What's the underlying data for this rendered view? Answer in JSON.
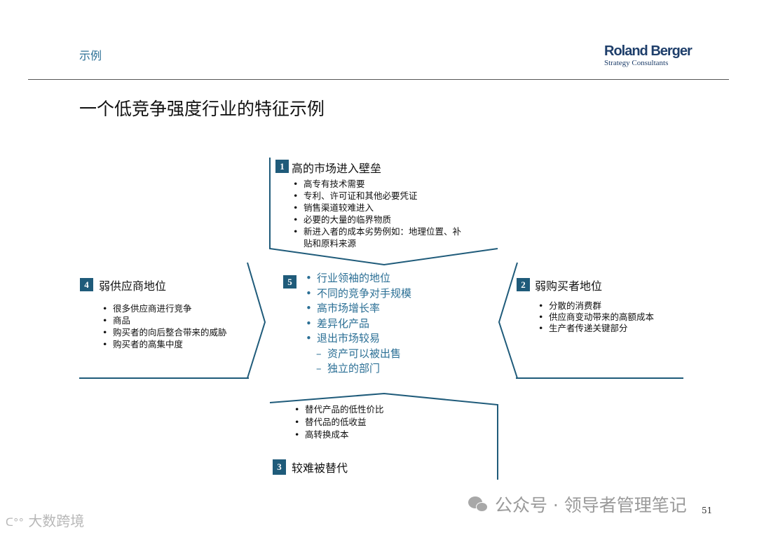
{
  "header": {
    "label": "示例",
    "logo_line1": "Roland Berger",
    "logo_line2": "Strategy Consultants"
  },
  "title": "一个低竞争强度行业的特征示例",
  "accent_color": "#1f5b7a",
  "sections": {
    "s1": {
      "num": "1",
      "title": "高的市场进入壁垒",
      "items": [
        "高专有技术需要",
        "专利、许可证和其他必要凭证",
        "销售渠道较难进入",
        "必要的大量的临界物质",
        "新进入者的成本劣势例如：地理位置、补",
        "贴和原料来源"
      ]
    },
    "s2": {
      "num": "2",
      "title": "弱购买者地位",
      "items": [
        "分散的消费群",
        "供应商变动带来的高额成本",
        "生产者传递关键部分"
      ]
    },
    "s3": {
      "num": "3",
      "title": "较难被替代",
      "items": [
        "替代产品的低性价比",
        "替代品的低收益",
        "高转换成本"
      ]
    },
    "s4": {
      "num": "4",
      "title": "弱供应商地位",
      "items": [
        "很多供应商进行竞争",
        "商品",
        "购买者的向后整合带来的威胁",
        "购买者的高集中度"
      ]
    },
    "s5": {
      "num": "5",
      "items": [
        "行业领袖的地位",
        "不同的竞争对手规模",
        "高市场增长率",
        "差异化产品",
        "退出市场较易"
      ],
      "subitems": [
        "资产可以被出售",
        "独立的部门"
      ]
    }
  },
  "page_number": "51",
  "watermarks": {
    "left": "大数跨境",
    "right": "公众号 · 领导者管理笔记"
  }
}
